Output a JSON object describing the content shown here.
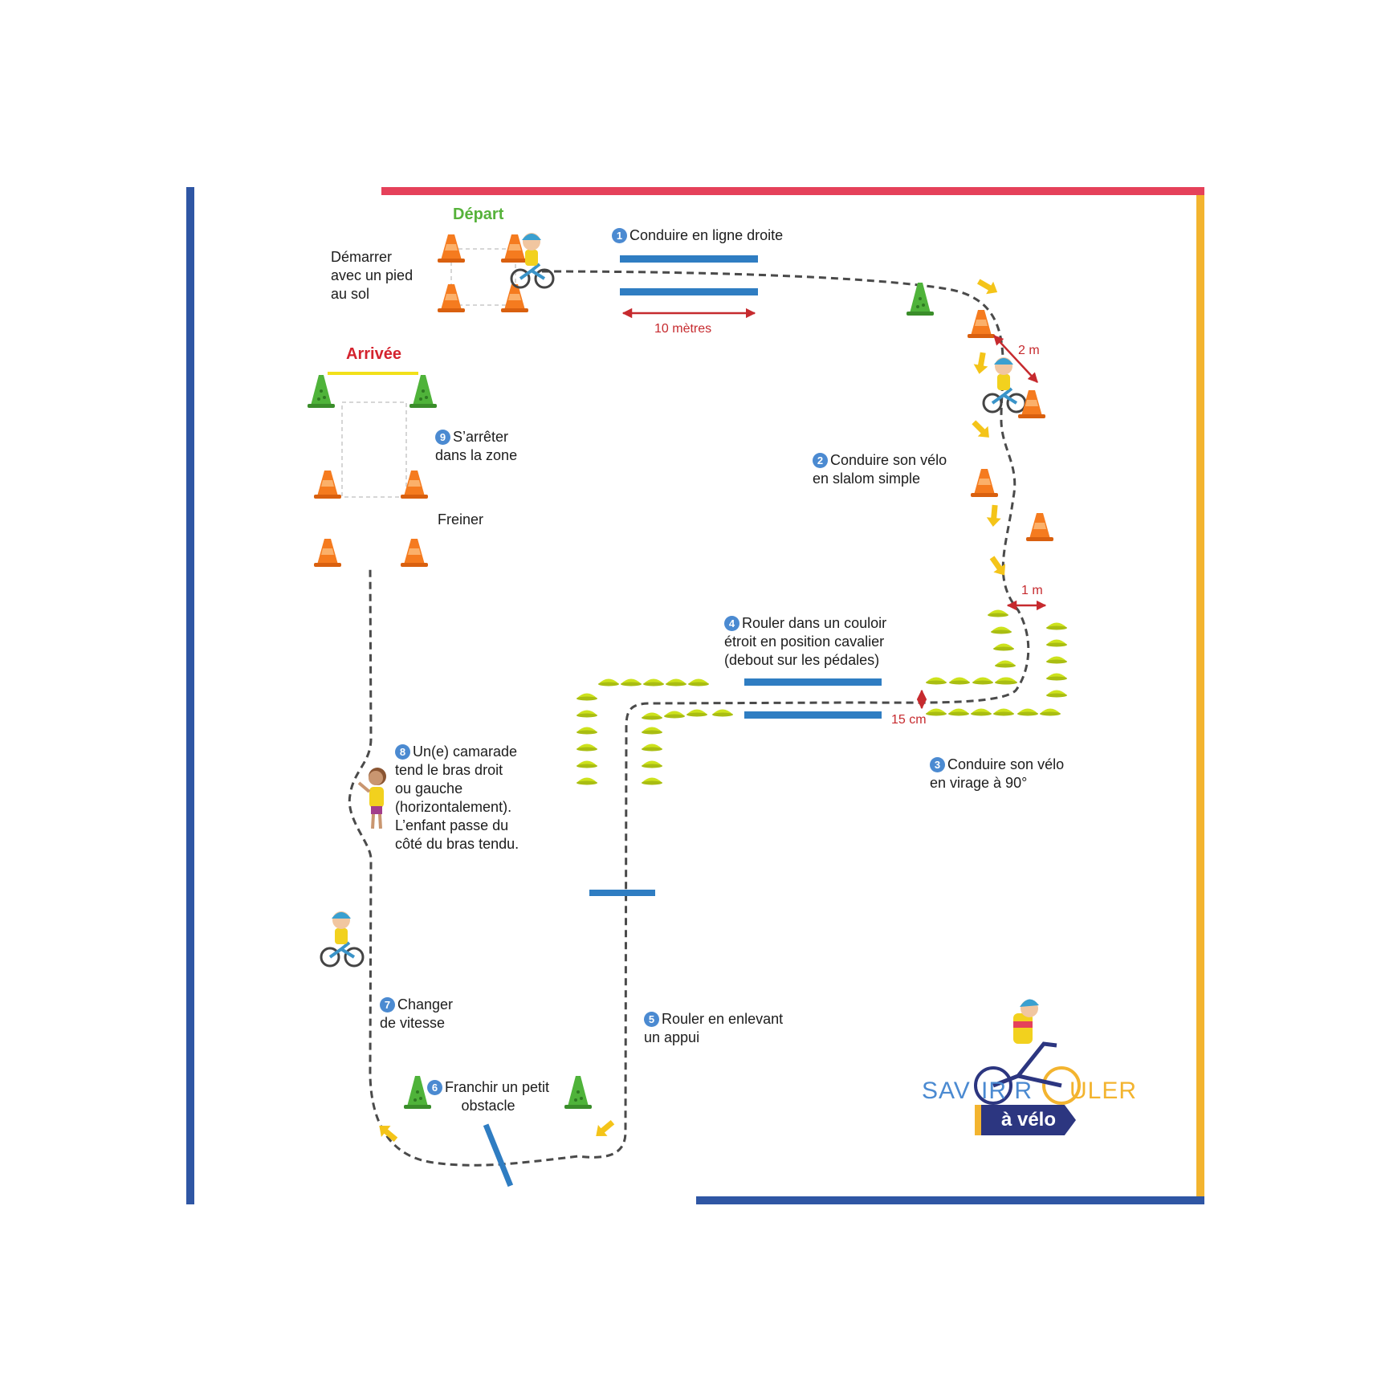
{
  "start": {
    "title": "Départ",
    "note": "Démarrer\navec un pied\nau sol"
  },
  "finish": {
    "title": "Arrivée"
  },
  "steps": [
    {
      "num": "1",
      "text": "Conduire en ligne droite"
    },
    {
      "num": "2",
      "text": "Conduire son vélo\nen slalom simple"
    },
    {
      "num": "3",
      "text": "Conduire son vélo\nen virage à 90°"
    },
    {
      "num": "4",
      "text": "Rouler dans un couloir\nétroit en position cavalier\n(debout sur les pédales)"
    },
    {
      "num": "5",
      "text": "Rouler en enlevant\nun appui"
    },
    {
      "num": "6",
      "text": "Franchir un petit\nobstacle"
    },
    {
      "num": "7",
      "text": "Changer\nde vitesse"
    },
    {
      "num": "8",
      "text": "Un(e) camarade\ntend le bras droit\nou gauche\n(horizontalement).\nL’enfant passe du\ncôté du bras tendu."
    },
    {
      "num": "9",
      "text": "S’arrêter\ndans la zone"
    }
  ],
  "brake_label": "Freiner",
  "measures": {
    "straight": "10 mètres",
    "slalom": "2 m",
    "lane_gap": "1 m",
    "corridor": "15 cm"
  },
  "logo": {
    "word_left": "SAV",
    "word_mid": "IR R",
    "word_right": "ULER",
    "tagline": "à vélo"
  },
  "colors": {
    "frame_blue": "#2f56a4",
    "frame_red": "#e5415a",
    "frame_yellow": "#f3b42f",
    "line_blue": "#2f7dc2",
    "cone_orange": "#f57b1f",
    "cone_green": "#4fb33a",
    "disc_lime": "#cde21c",
    "arrow_yellow": "#f4c419",
    "measure_red": "#c62a2e"
  },
  "icons": [
    "bike-rider-icon",
    "traffic-cone-icon",
    "marker-disc-icon",
    "direction-arrow-icon",
    "waving-child-icon"
  ]
}
